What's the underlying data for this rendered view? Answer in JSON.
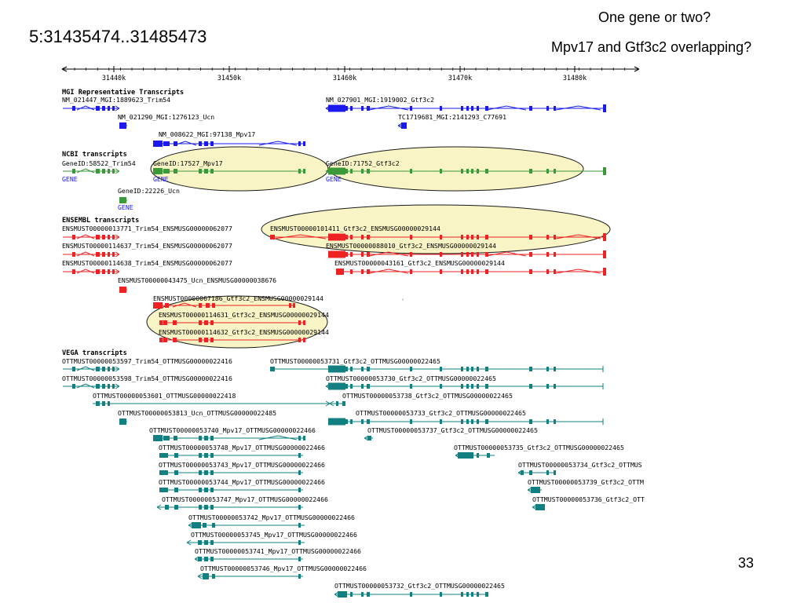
{
  "slide": {
    "location": "5:31435474..31485473",
    "title_line1": "One gene or two?",
    "title_line2": "Mpv17 and Gtf3c2 overlapping?",
    "page_number": "33"
  },
  "ruler": {
    "ticks": [
      "31440k",
      "31450k",
      "31460k",
      "31470k",
      "31480k"
    ]
  },
  "sections": {
    "mgi": "MGI Representative Transcripts",
    "ncbi": "NCBI transcripts",
    "ensembl": "ENSEMBL transcripts",
    "vega": "VEGA transcripts"
  },
  "colors": {
    "mgi": "#1a1aee",
    "ncbi": "#3a9a3a",
    "ensembl": "#ee2222",
    "vega": "#128080",
    "highlight_fill": "#f8f4c6",
    "highlight_stroke": "#1a1a1a"
  },
  "labels": {
    "gene": "GENE",
    "mgi_trim54": "NM_021447_MGI:1889623_Trim54",
    "mgi_gtf3c2": "NM_027901_MGI:1919002_Gtf3c2",
    "mgi_ucn": "NM_021290_MGI:1276123_Ucn",
    "mgi_c77691": "TC1719681_MGI:2141293_C77691",
    "mgi_mpv17": "NM_008622_MGI:97138_Mpv17",
    "ncbi_trim54": "GeneID:58522_Trim54",
    "ncbi_mpv17": "GeneID:17527_Mpv17",
    "ncbi_gtf3c2": "GeneID:71752_Gtf3c2",
    "ncbi_ucn": "GeneID:22226_Ucn",
    "ens_trim54_a": "ENSMUST00000013771_Trim54_ENSMUSG00000062077",
    "ens_gtf3c2_a": "ENSMUST00000101411_Gtf3c2_ENSMUSG00000029144",
    "ens_trim54_b": "ENSMUST00000114637_Trim54_ENSMUSG00000062077",
    "ens_gtf3c2_b": "ENSMUST00000088010_Gtf3c2_ENSMUSG00000029144",
    "ens_trim54_c": "ENSMUST00000114638_Trim54_ENSMUSG00000062077",
    "ens_gtf3c2_c": "ENSMUST00000043161_Gtf3c2_ENSMUSG00000029144",
    "ens_ucn": "ENSMUST00000043475_Ucn_ENSMUSG00000038676",
    "ens_gtf3c2_d": "ENSMUST00000067186_Gtf3c2_ENSMUSG00000029144",
    "ens_gtf3c2_e": "ENSMUST00000114631_Gtf3c2_ENSMUSG00000029144",
    "ens_gtf3c2_f": "ENSMUST00000114632_Gtf3c2_ENSMUSG00000029144",
    "v_trim54_a": "OTTMUST00000053597_Trim54_OTTMUSG00000022416",
    "v_gtf3c2_731": "OTTMUST00000053731_Gtf3c2_OTTMUSG00000022465",
    "v_trim54_b": "OTTMUST00000053598_Trim54_OTTMUSG00000022416",
    "v_gtf3c2_730": "OTTMUST00000053730_Gtf3c2_OTTMUSG00000022465",
    "v_601": "OTTMUST00000053601_OTTMUSG00000022418",
    "v_gtf3c2_738": "OTTMUST00000053738_Gtf3c2_OTTMUSG00000022465",
    "v_ucn": "OTTMUST00000053813_Ucn_OTTMUSG00000022485",
    "v_gtf3c2_733": "OTTMUST00000053733_Gtf3c2_OTTMUSG00000022465",
    "v_mpv17_740": "OTTMUST00000053740_Mpv17_OTTMUSG00000022466",
    "v_gtf3c2_737": "OTTMUST00000053737_Gtf3c2_OTTMUSG00000022465",
    "v_mpv17_748": "OTTMUST00000053748_Mpv17_OTTMUSG00000022466",
    "v_gtf3c2_735": "OTTMUST00000053735_Gtf3c2_OTTMUSG00000022465",
    "v_mpv17_743": "OTTMUST00000053743_Mpv17_OTTMUSG00000022466",
    "v_gtf3c2_734": "OTTMUST00000053734_Gtf3c2_OTTMUS",
    "v_mpv17_744": "OTTMUST00000053744_Mpv17_OTTMUSG00000022466",
    "v_gtf3c2_739": "OTTMUST00000053739_Gtf3c2_OTTM",
    "v_mpv17_747": "OTTMUST00000053747_Mpv17_OTTMUSG00000022466",
    "v_gtf3c2_736": "OTTMUST00000053736_Gtf3c2_OTT",
    "v_mpv17_742": "OTTMUST00000053742_Mpv17_OTTMUSG00000022466",
    "v_mpv17_745": "OTTMUST00000053745_Mpv17_OTTMUSG00000022466",
    "v_mpv17_741": "OTTMUST00000053741_Mpv17_OTTMUSG00000022466",
    "v_mpv17_746": "OTTMUST00000053746_Mpv17_OTTMUSG00000022466",
    "v_gtf3c2_732": "OTTMUST00000053732_Gtf3c2_OTTMUSG00000022465"
  }
}
